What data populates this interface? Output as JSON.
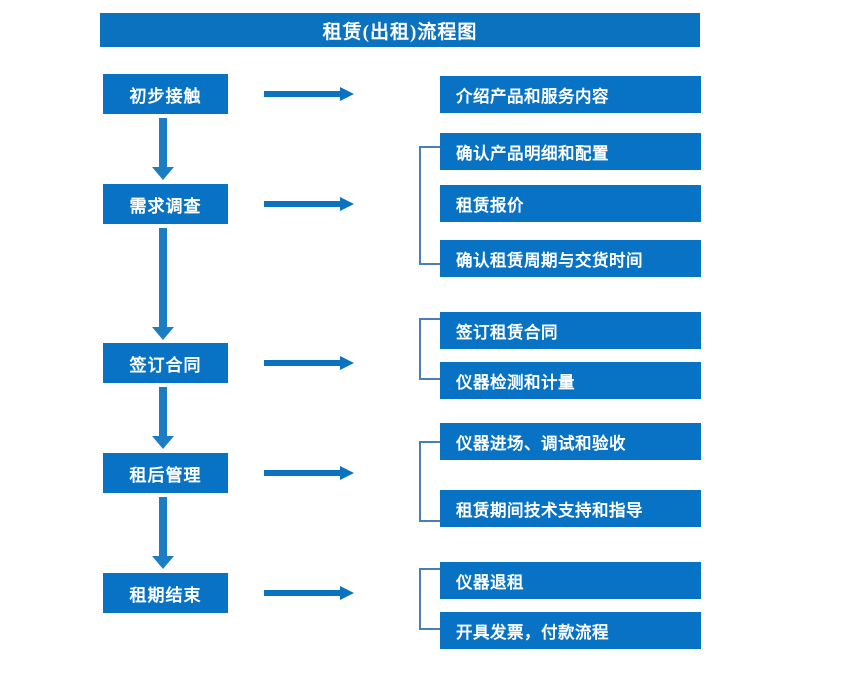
{
  "diagram": {
    "title": "租赁(出租)流程图",
    "colors": {
      "box_blue": "#0873c4",
      "banner_blue": "#0b72c0",
      "arrow_blue": "#1b7ec4",
      "bracket_blue": "#4a7ebb",
      "text_white": "#ffffff",
      "background": "#ffffff"
    },
    "stages": [
      {
        "label": "初步接触"
      },
      {
        "label": "需求调查"
      },
      {
        "label": "签订合同"
      },
      {
        "label": "租后管理"
      },
      {
        "label": "租期结束"
      }
    ],
    "details": [
      {
        "label": "介绍产品和服务内容",
        "stage": "初步接触"
      },
      {
        "label": "确认产品明细和配置",
        "stage": "需求调查"
      },
      {
        "label": "租赁报价",
        "stage": "需求调查"
      },
      {
        "label": "确认租赁周期与交货时间",
        "stage": "需求调查"
      },
      {
        "label": "签订租赁合同",
        "stage": "签订合同"
      },
      {
        "label": "仪器检测和计量",
        "stage": "签订合同"
      },
      {
        "label": "仪器进场、调试和验收",
        "stage": "租后管理"
      },
      {
        "label": "租赁期间技术支持和指导",
        "stage": "租后管理"
      },
      {
        "label": "仪器退租",
        "stage": "租期结束"
      },
      {
        "label": "开具发票，付款流程",
        "stage": "租期结束"
      }
    ]
  }
}
